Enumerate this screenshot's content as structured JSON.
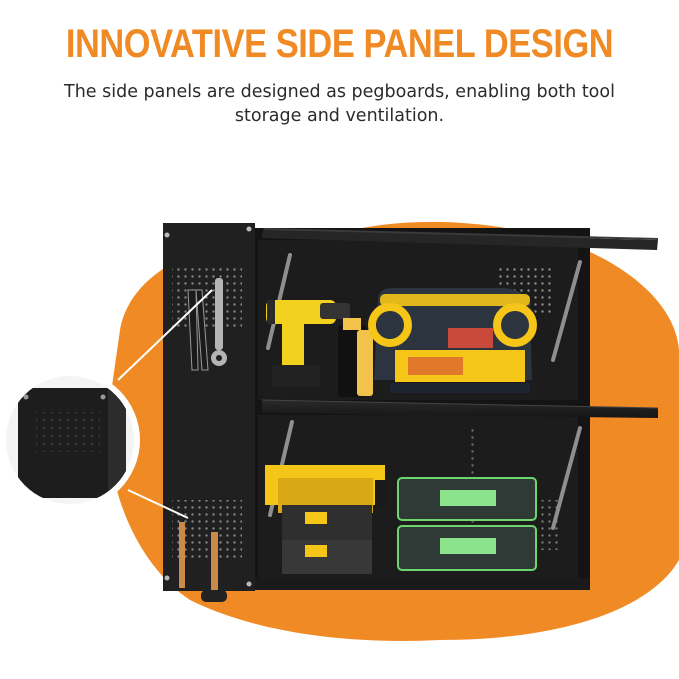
{
  "headline": "INNOVATIVE SIDE PANEL DESIGN",
  "subtitle": "The side panels are designed as pegboards, enabling both tool storage and ventilation.",
  "colors": {
    "accent": "#f08a24",
    "cabinet": "#1e1e1e",
    "text": "#2b2b2b",
    "toolbox_yellow": "#f5c518",
    "glow_green": "#8be38b"
  },
  "illustration": {
    "product": "wall-mounted-tool-cabinet",
    "icons": [
      "cordless-drill-icon",
      "tool-bag-icon",
      "spray-can-icon",
      "wrench-icon",
      "pliers-icon",
      "hammer-icon",
      "stackable-toolbox-icon",
      "storage-case-icon",
      "gas-strut-icon",
      "pegboard-callout-icon"
    ]
  }
}
